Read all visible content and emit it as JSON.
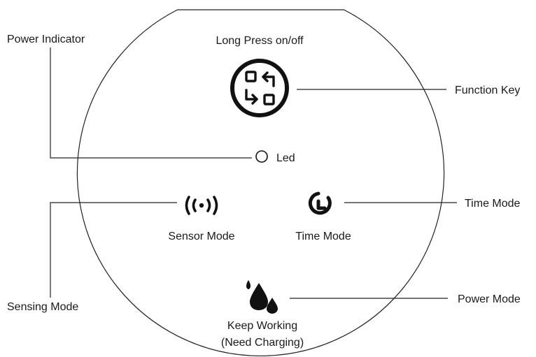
{
  "callouts": {
    "power_indicator": "Power Indicator",
    "function_key": "Function Key",
    "time_mode": "Time Mode",
    "sensing_mode": "Sensing Mode",
    "power_mode": "Power Mode"
  },
  "panel": {
    "long_press_label": "Long Press on/off",
    "led_label": "Led",
    "sensor_mode_label": "Sensor Mode",
    "time_mode_label": "Time Mode",
    "keep_working_label": "Keep Working",
    "need_charging_label": "(Need Charging)"
  },
  "icons": {
    "function_key": "function-key-icon",
    "led": "led-indicator-icon",
    "sensor": "sensor-waves-icon",
    "time": "clock-icon",
    "power": "water-drops-icon"
  },
  "colors": {
    "ink": "#1a1a1a",
    "background": "#ffffff"
  }
}
